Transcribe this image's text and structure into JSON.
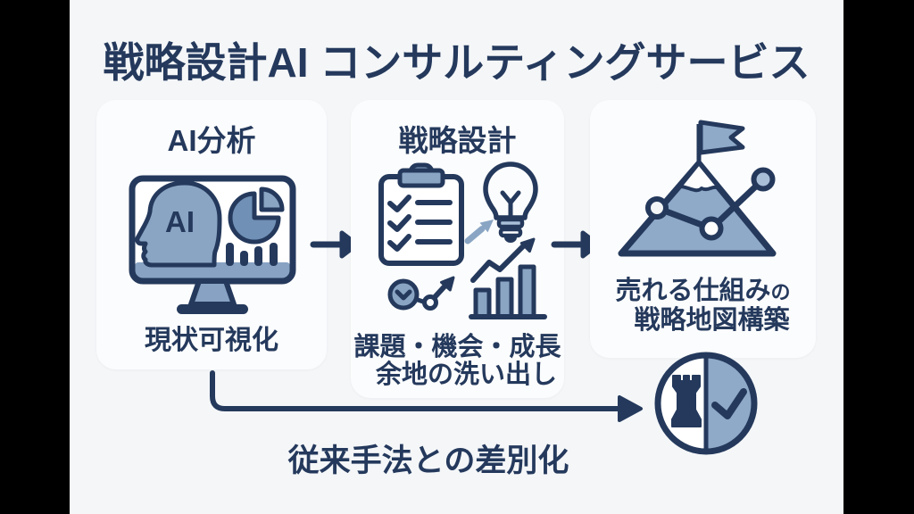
{
  "title": "戦略設計AI コンサルティングサービス",
  "colors": {
    "navy": "#24395c",
    "blue": "#87a2c3",
    "blue_dark": "#7090b6",
    "blue_light": "#a9bfd8",
    "panel_bg": "#fbfcfd",
    "page_bg": "#f4f6f8",
    "letterbox": "#000000"
  },
  "steps": {
    "analysis": {
      "heading": "AI分析",
      "icon": "ai-monitor-icon",
      "monitor_label": "AI",
      "caption": "現状可視化"
    },
    "strategy": {
      "heading": "戦略設計",
      "icons": [
        "checklist-clipboard-icon",
        "lightbulb-icon",
        "rising-arrow-icon",
        "progress-check-icon",
        "growth-chart-icon"
      ],
      "caption_line1": "課題・機会・成長",
      "caption_line2": "余地の洗い出し"
    },
    "goal": {
      "icon": "mountain-flag-chart-icon",
      "caption_line1_main": "売れる仕組み",
      "caption_line1_suffix": "の",
      "caption_line2": "戦略地図構築"
    }
  },
  "flow": {
    "arrow1_icon": "arrow-right-icon",
    "arrow2_icon": "arrow-right-icon",
    "bypass_arrow_icon": "elbow-arrow-icon",
    "bypass_label": "従来手法との差別化",
    "bypass_icon": "chess-rook-check-icon"
  }
}
